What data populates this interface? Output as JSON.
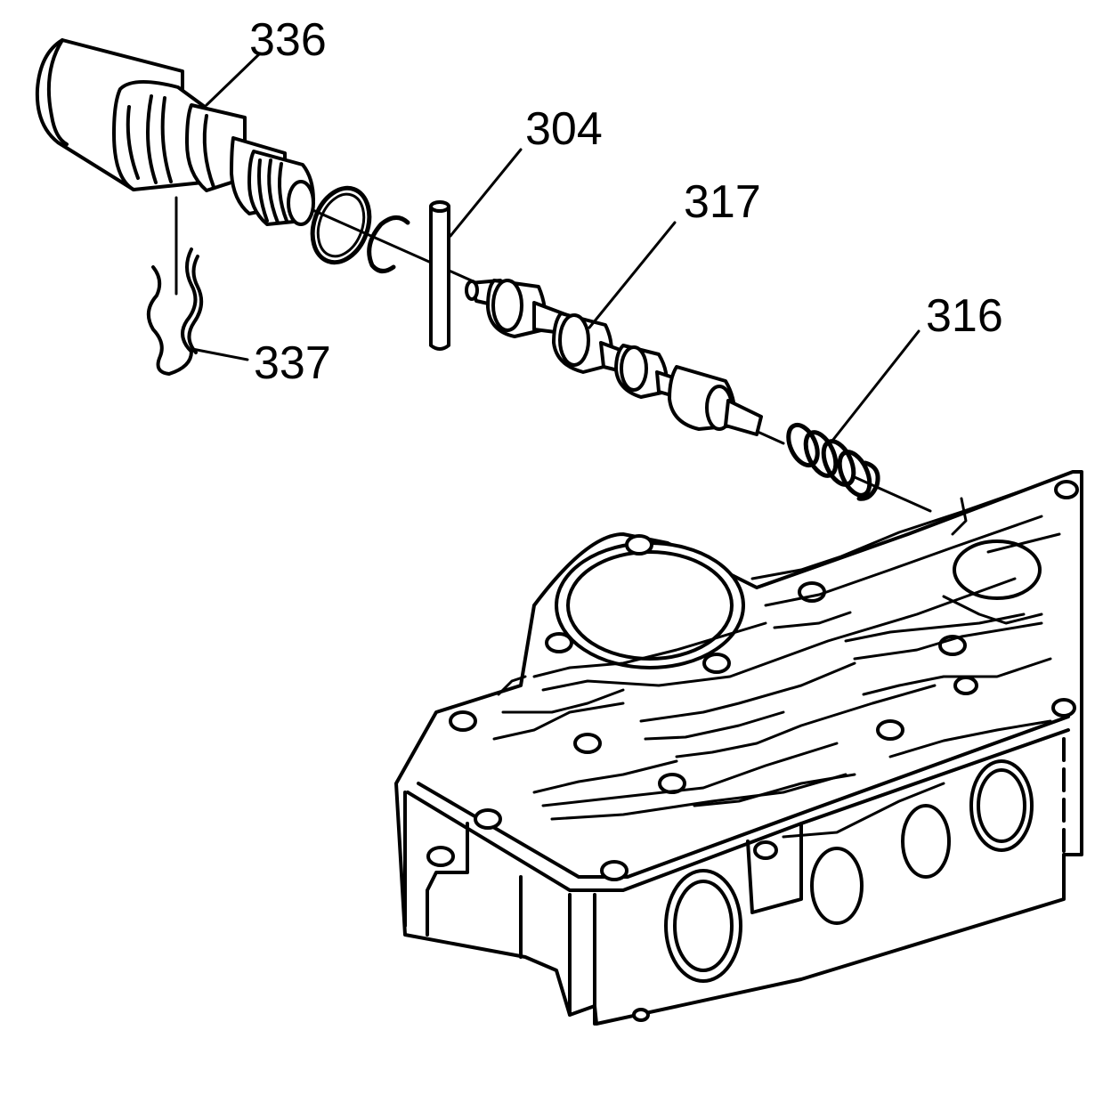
{
  "diagram": {
    "labels": {
      "solenoid": "336",
      "retainer_clip": "337",
      "pin": "304",
      "valve": "317",
      "spring": "316"
    },
    "colors": {
      "ink": "#000000",
      "paper": "#ffffff"
    }
  }
}
